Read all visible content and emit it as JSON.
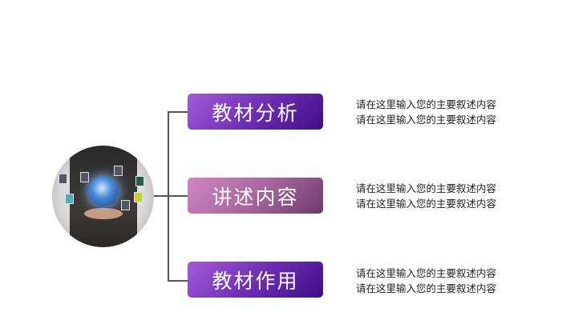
{
  "items": [
    {
      "title": "教材分析",
      "lines": [
        "请在这里输入您的主要叙述内容",
        "请在这里输入您的主要叙述内容"
      ]
    },
    {
      "title": "讲述内容",
      "lines": [
        "请在这里输入您的主要叙述内容",
        "请在这里输入您的主要叙述内容"
      ]
    },
    {
      "title": "教材作用",
      "lines": [
        "请在这里输入您的主要叙述内容",
        "请在这里输入您的主要叙述内容"
      ]
    }
  ],
  "colors": {
    "purple": "#6a2bb0",
    "pink": "#a8679e",
    "line": "#555555"
  }
}
